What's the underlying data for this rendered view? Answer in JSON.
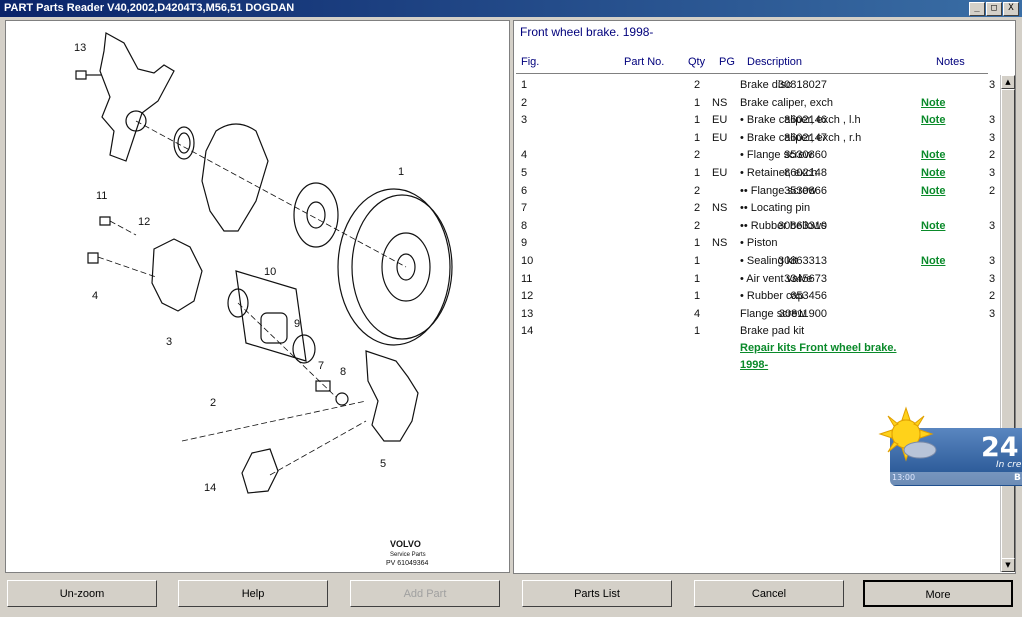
{
  "window": {
    "title": "PART Parts Reader V40,2002,D4204T3,M56,51 DOGDAN",
    "min_glyph": "_",
    "max_glyph": "□",
    "close_glyph": "X"
  },
  "diagram": {
    "callouts": [
      "13",
      "11",
      "12",
      "4",
      "10",
      "3",
      "9",
      "7",
      "8",
      "1",
      "2",
      "5",
      "14"
    ],
    "brand_lines": [
      "VOLVO",
      "Service Parts",
      "PV 61049364"
    ]
  },
  "parts_list": {
    "title": "Front wheel brake. 1998-",
    "headers": {
      "fig": "Fig.",
      "part_no": "Part No.",
      "qty": "Qty",
      "pg": "PG",
      "description": "Description",
      "notes": "Notes"
    },
    "rows": [
      {
        "fig": "1",
        "part_no": "30818027",
        "qty": "2",
        "pg": "",
        "description": "Brake disc",
        "note": "",
        "num": "3"
      },
      {
        "fig": "2",
        "part_no": "",
        "qty": "1",
        "pg": "NS",
        "description": "Brake caliper, exch",
        "note": "Note",
        "num": ""
      },
      {
        "fig": "3",
        "part_no": "8602146",
        "qty": "1",
        "pg": "EU",
        "description": "• Brake caliper, exch , l.h",
        "note": "Note",
        "num": "3"
      },
      {
        "fig": "",
        "part_no": "8602147",
        "qty": "1",
        "pg": "EU",
        "description": "• Brake caliper, exch , r.h",
        "note": "",
        "num": "3"
      },
      {
        "fig": "4",
        "part_no": "3530860",
        "qty": "2",
        "pg": "",
        "description": "• Flange screw",
        "note": "Note",
        "num": "2"
      },
      {
        "fig": "5",
        "part_no": "8602148",
        "qty": "1",
        "pg": "EU",
        "description": "• Retainer, exch",
        "note": "Note",
        "num": "3"
      },
      {
        "fig": "6",
        "part_no": "3530866",
        "qty": "2",
        "pg": "",
        "description": "•• Flange screw",
        "note": "Note",
        "num": "2"
      },
      {
        "fig": "7",
        "part_no": "",
        "qty": "2",
        "pg": "NS",
        "description": "•• Locating pin",
        "note": "",
        "num": ""
      },
      {
        "fig": "8",
        "part_no": "30863310",
        "qty": "2",
        "pg": "",
        "description": "•• Rubber bellows",
        "note": "Note",
        "num": "3"
      },
      {
        "fig": "9",
        "part_no": "",
        "qty": "1",
        "pg": "NS",
        "description": "• Piston",
        "note": "",
        "num": ""
      },
      {
        "fig": "10",
        "part_no": "30863313",
        "qty": "1",
        "pg": "",
        "description": "• Sealing kit",
        "note": "Note",
        "num": "3"
      },
      {
        "fig": "11",
        "part_no": "3345673",
        "qty": "1",
        "pg": "",
        "description": "• Air vent valve",
        "note": "",
        "num": "3"
      },
      {
        "fig": "12",
        "part_no": "653456",
        "qty": "1",
        "pg": "",
        "description": "• Rubber cap",
        "note": "",
        "num": "2"
      },
      {
        "fig": "13",
        "part_no": "30811900",
        "qty": "4",
        "pg": "",
        "description": "Flange screw",
        "note": "",
        "num": "3"
      },
      {
        "fig": "14",
        "part_no": "",
        "qty": "1",
        "pg": "",
        "description": "Brake pad kit",
        "note": "",
        "num": ""
      }
    ],
    "repair_link": "Repair kits Front wheel brake. 1998-"
  },
  "buttons": {
    "unzoom": "Un-zoom",
    "help": "Help",
    "add_part": "Add Part",
    "parts_list": "Parts List",
    "cancel": "Cancel",
    "more": "More"
  },
  "weather": {
    "temperature": "24",
    "location": "In cre",
    "time": "13:00",
    "letter": "B"
  },
  "colors": {
    "title_bar": "#0a246a",
    "note_link": "#0a8a2a",
    "header_text": "#00007c"
  },
  "icons": [
    "minimize-icon",
    "maximize-icon",
    "close-icon",
    "scroll-up-icon",
    "scroll-down-icon",
    "sun-cloud-icon"
  ]
}
